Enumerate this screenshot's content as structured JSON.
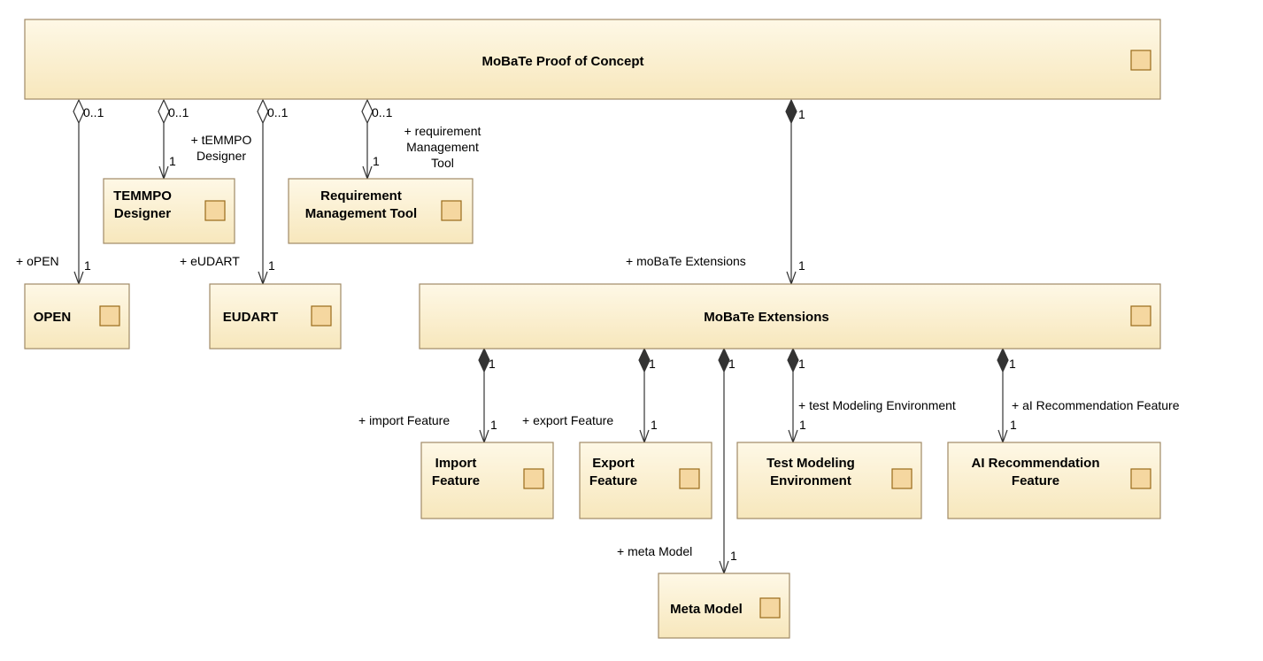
{
  "colors": {
    "block_fill_top": "#fef8e6",
    "block_fill_bottom": "#f7e7bc",
    "block_border": "#a08a66",
    "icon_fill": "#f5d7a0",
    "connector": "#333333"
  },
  "blocks": {
    "poc": {
      "lines": [
        "MoBaTe Proof of Concept"
      ]
    },
    "temmpo": {
      "lines": [
        "TEMMPO",
        "Designer"
      ]
    },
    "reqmt": {
      "lines": [
        "Requirement",
        "Management Tool"
      ]
    },
    "open": {
      "lines": [
        "OPEN"
      ]
    },
    "eudart": {
      "lines": [
        "EUDART"
      ]
    },
    "ext": {
      "lines": [
        "MoBaTe Extensions"
      ]
    },
    "import": {
      "lines": [
        "Import",
        "Feature"
      ]
    },
    "export": {
      "lines": [
        "Export",
        "Feature"
      ]
    },
    "tme": {
      "lines": [
        "Test Modeling",
        "Environment"
      ]
    },
    "ai": {
      "lines": [
        "AI Recommendation",
        "Feature"
      ]
    },
    "meta": {
      "lines": [
        "Meta Model"
      ]
    }
  },
  "associations": [
    {
      "id": "open",
      "kind": "aggregation",
      "source_mult": "0..1",
      "target_mult": "1",
      "role": [
        "+ oPEN"
      ]
    },
    {
      "id": "temmpo",
      "kind": "aggregation",
      "source_mult": "0..1",
      "target_mult": "1",
      "role": [
        "+ tEMMPO",
        "Designer"
      ]
    },
    {
      "id": "eudart",
      "kind": "aggregation",
      "source_mult": "0..1",
      "target_mult": "1",
      "role": [
        "+ eUDART"
      ]
    },
    {
      "id": "reqmt",
      "kind": "aggregation",
      "source_mult": "0..1",
      "target_mult": "1",
      "role": [
        "+ requirement",
        "Management",
        "Tool"
      ]
    },
    {
      "id": "ext",
      "kind": "composition",
      "source_mult": "1",
      "target_mult": "1",
      "role": [
        "+ moBaTe Extensions"
      ]
    },
    {
      "id": "import",
      "kind": "composition",
      "source_mult": "1",
      "target_mult": "1",
      "role": [
        "+ import Feature"
      ]
    },
    {
      "id": "export",
      "kind": "composition",
      "source_mult": "1",
      "target_mult": "1",
      "role": [
        "+ export Feature"
      ]
    },
    {
      "id": "meta",
      "kind": "composition",
      "source_mult": "1",
      "target_mult": "1",
      "role": [
        "+ meta Model"
      ]
    },
    {
      "id": "tme",
      "kind": "composition",
      "source_mult": "1",
      "target_mult": "1",
      "role": [
        "+ test Modeling Environment"
      ]
    },
    {
      "id": "ai",
      "kind": "composition",
      "source_mult": "1",
      "target_mult": "1",
      "role": [
        "+ aI Recommendation Feature"
      ]
    }
  ],
  "icon": "block-icon"
}
